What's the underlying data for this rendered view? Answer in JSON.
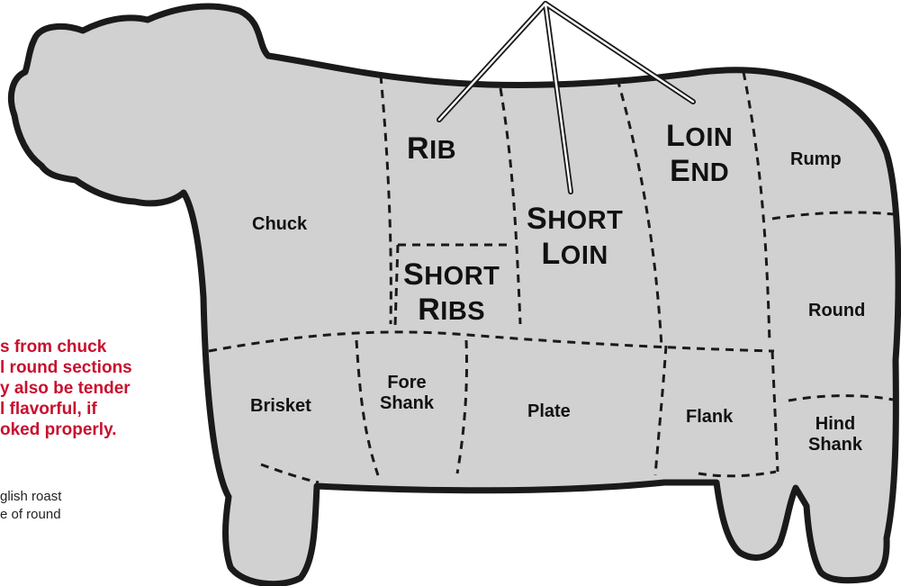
{
  "colors": {
    "body_fill": "#d1d1d1",
    "outline": "#1a1a1a",
    "note_red": "#c8102e"
  },
  "primal_cuts": {
    "rib": {
      "first": "R",
      "rest": "IB"
    },
    "short_loin": {
      "line1_first": "S",
      "line1_rest": "HORT",
      "line2_first": "L",
      "line2_rest": "OIN"
    },
    "loin_end": {
      "line1_first": "L",
      "line1_rest": "OIN",
      "line2_first": "E",
      "line2_rest": "ND"
    },
    "short_ribs": {
      "line1_first": "S",
      "line1_rest": "HORT",
      "line2_first": "R",
      "line2_rest": "IBS"
    }
  },
  "other_cuts": {
    "chuck": "Chuck",
    "rump": "Rump",
    "round": "Round",
    "brisket": "Brisket",
    "fore_shank_1": "Fore",
    "fore_shank_2": "Shank",
    "plate": "Plate",
    "flank": "Flank",
    "hind_shank_1": "Hind",
    "hind_shank_2": "Shank"
  },
  "note": {
    "lines": [
      "s from chuck",
      "l round sections",
      "y also be tender",
      "l flavorful, if",
      "oked properly."
    ],
    "examples": [
      "glish roast",
      "e of round"
    ]
  }
}
